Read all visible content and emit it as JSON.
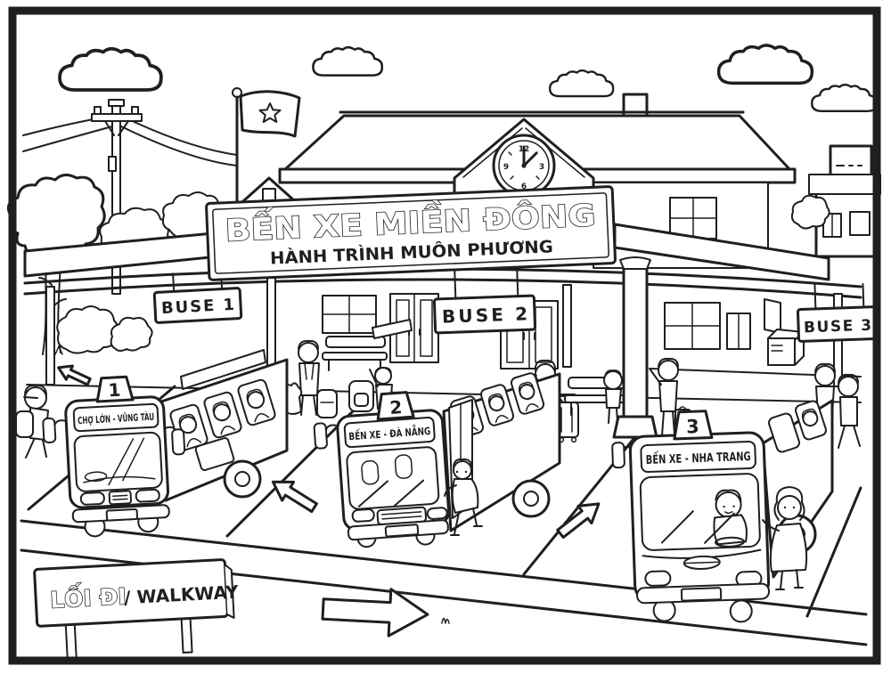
{
  "station_sign": {
    "title": "BẾN XE MIỀN ĐÔNG",
    "subtitle": "HÀNH TRÌNH MUÔN PHƯƠNG"
  },
  "bay_signs": [
    {
      "label": "BUSE 1"
    },
    {
      "label": "BUSE 2"
    },
    {
      "label": "BUSE 3"
    }
  ],
  "buses": [
    {
      "number": "1",
      "route": "CHỢ LỚN - VŨNG TÀU",
      "visible_passengers": 3
    },
    {
      "number": "2",
      "route": "BẾN XE - ĐÀ NẴNG",
      "visible_passengers": 3
    },
    {
      "number": "3",
      "route": "BẾN XE - NHA TRANG",
      "visible_passengers": 1
    }
  ],
  "walkway_sign": {
    "vi": "LỐI ĐI",
    "en": "/ WALKWAY"
  },
  "clock": {
    "n12": "12",
    "n3": "3",
    "n6": "6",
    "n9": "9"
  },
  "colors": {
    "ink": "#1f1f1f",
    "paper": "#ffffff"
  }
}
